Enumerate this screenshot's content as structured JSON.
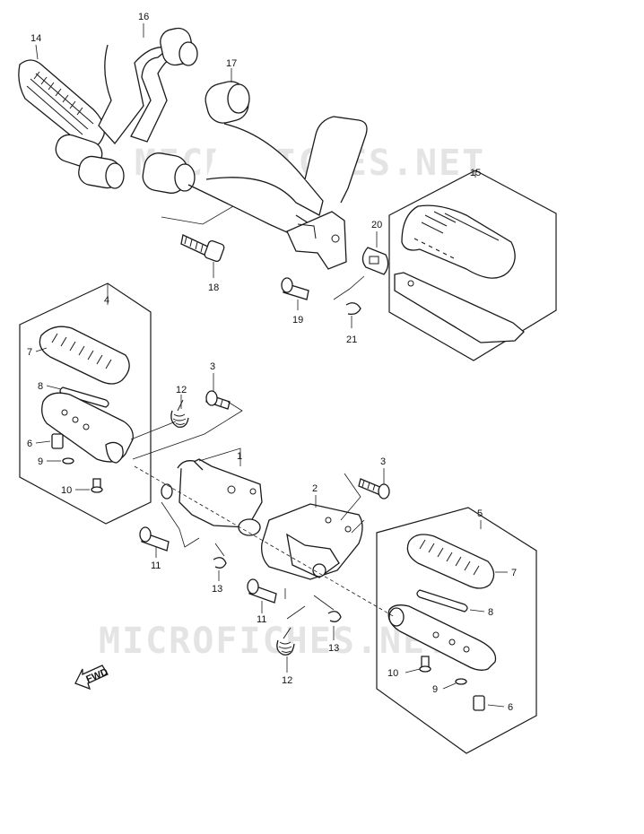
{
  "watermark": {
    "top": "MICROFICHES.NET",
    "bottom": "MICROFICHES.NET"
  },
  "fwd_arrow": {
    "label": "FWD"
  },
  "callouts": {
    "c14": "14",
    "c16": "16",
    "c17": "17",
    "c15": "15",
    "c20": "20",
    "c18": "18",
    "c19": "19",
    "c21": "21",
    "c4": "4",
    "c7a": "7",
    "c8a": "8",
    "c6a": "6",
    "c9a": "9",
    "c10a": "10",
    "c3a": "3",
    "c12a": "12",
    "c1": "1",
    "c11a": "11",
    "c13a": "13",
    "c2": "2",
    "c3b": "3",
    "c11b": "11",
    "c12b": "12",
    "c13b": "13",
    "c5": "5",
    "c7b": "7",
    "c8b": "8",
    "c10b": "10",
    "c9b": "9",
    "c6b": "6"
  },
  "colors": {
    "line": "#1a1a1a",
    "watermark": "#e4e4e4",
    "background": "#ffffff"
  }
}
